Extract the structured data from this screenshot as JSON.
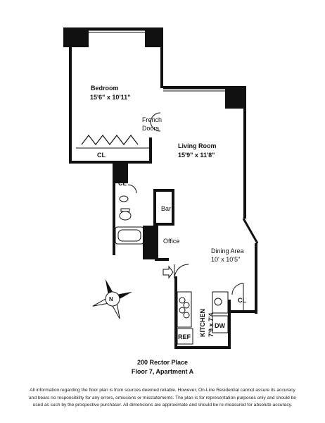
{
  "rooms": {
    "bedroom": {
      "name": "Bedroom",
      "size": "15'6\" x 10'11\""
    },
    "french_doors": {
      "line1": "French",
      "line2": "Doors"
    },
    "living_room": {
      "name": "Living Room",
      "size": "15'9\" x 11'8\""
    },
    "bar": {
      "name": "Bar"
    },
    "office": {
      "name": "Office"
    },
    "dining_area": {
      "name": "Dining Area",
      "size": "10' x 10'5\""
    },
    "kitchen": {
      "name": "KITCHEN",
      "size": "7'9 x 7'4"
    },
    "closet_bedroom": "CL",
    "closet_hall": "CL",
    "closet_dining": "CL",
    "refrigerator": "REF",
    "dishwasher": "DW"
  },
  "compass": {
    "letter": "N"
  },
  "caption": {
    "address": "200 Rector Place",
    "unit": "Floor 7, Apartment A"
  },
  "disclaimer": {
    "line1": "All information regarding the floor plan is from sources deemed reliable.  However, On-Line Residential cannot assure its accuracy",
    "line2": "and bears no responsibility for any errors, omissions or misstatements.  The plan is for representation purposes only and should be",
    "line3": "used as such by the prospective purchaser.  All dimensions are approximate and should be re-measured for absolute accuracy."
  },
  "colors": {
    "wall": "#111111",
    "background": "#ffffff"
  }
}
